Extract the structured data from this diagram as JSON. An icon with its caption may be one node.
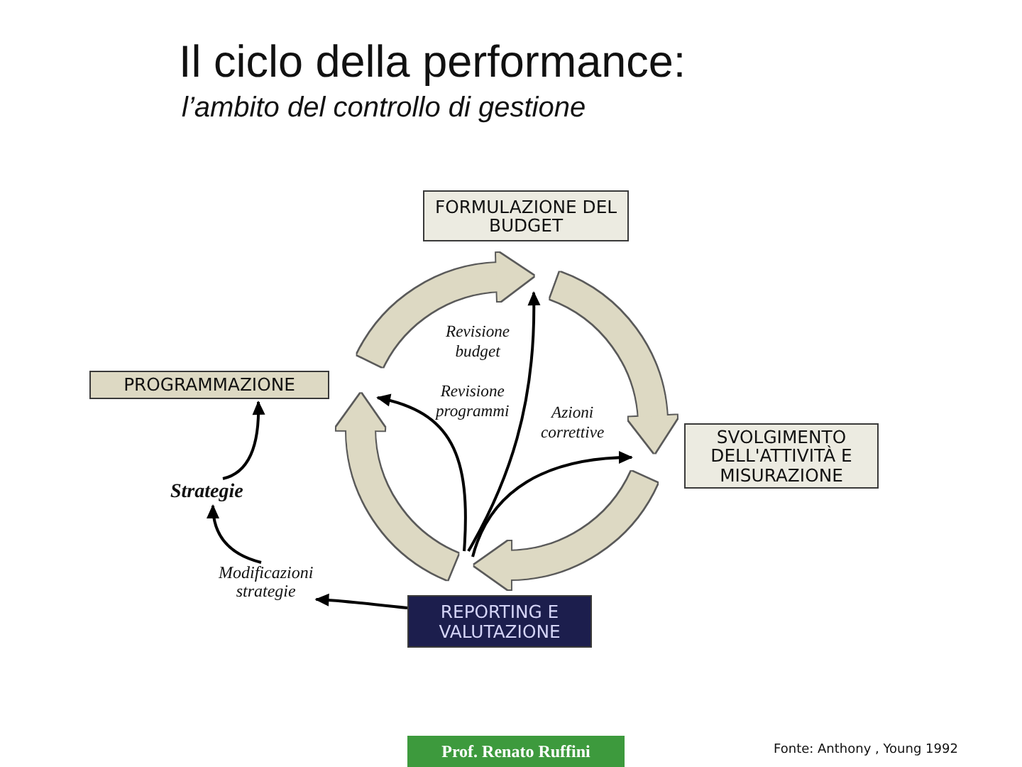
{
  "diagram": {
    "title": "Il ciclo della performance:",
    "nodes": [
      {
        "text": [
          "FORMULAZIONE DEL BUDGET"
        ]
      },
      {
        "text": [
          "PROGRAMMAZIONE"
        ]
      },
      {
        "text": [
          "SVOLGIMENTO DELL'ATTIVITÀ E MISURAZIONE"
        ]
      },
      {
        "text": [
          "Strategie"
        ]
      },
      {
        "text": [
          "Modificazioni strategie"
        ]
      },
      {
        "text": [
          "REPORTING E VALUTAZIONE"
        ]
      },
      {
        "text": [
          "Prof. Renato Ruffini"
        ]
      }
    ],
    "edges": [
      {
        "from": 1,
        "to": 0,
        "arrow": "to",
        "style": "thick",
        "color": "#ddd9c3"
      },
      {
        "from": 0,
        "to": 2,
        "arrow": "to",
        "style": "thick",
        "color": "#ddd9c3"
      },
      {
        "from": 2,
        "to": 5,
        "arrow": "to",
        "style": "thick",
        "color": "#ddd9c3"
      },
      {
        "from": 5,
        "to": 1,
        "arrow": "to",
        "style": "thick",
        "color": "#ddd9c3"
      },
      {
        "from": 5,
        "to": 0,
        "arrow": "to",
        "label": "Revisione budget"
      },
      {
        "from": 5,
        "to": 1,
        "arrow": "to",
        "label": "Revisione programmi"
      },
      {
        "from": 5,
        "to": 2,
        "arrow": "to",
        "label": "Azioni correttive"
      },
      {
        "from": 5,
        "to": 4,
        "arrow": "to"
      },
      {
        "from": 4,
        "to": 3,
        "arrow": "to"
      },
      {
        "from": 3,
        "to": 1,
        "arrow": "to"
      }
    ],
    "labels": [
      "l’ambito del controllo di gestione",
      "Fonte: Anthony , Young 1992"
    ]
  }
}
